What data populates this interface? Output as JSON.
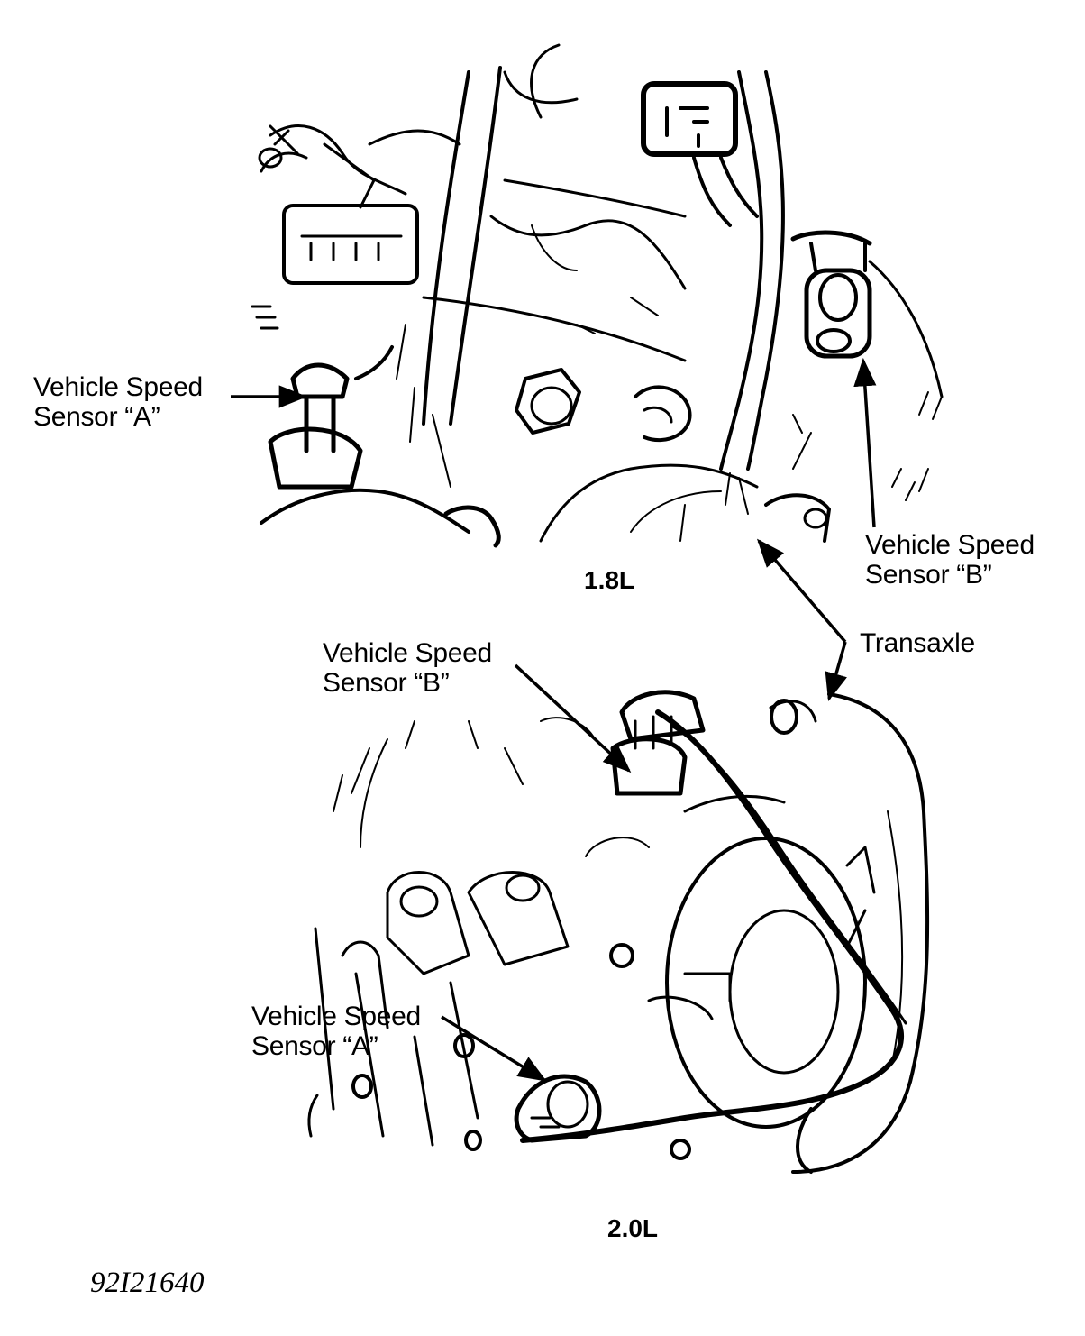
{
  "labels": {
    "vss_a_top": [
      "Vehicle Speed",
      "Sensor “A”"
    ],
    "vss_b_top": [
      "Vehicle Speed",
      "Sensor “B”"
    ],
    "vss_b_bottom": [
      "Vehicle Speed",
      "Sensor “B”"
    ],
    "transaxle": "Transaxle",
    "vss_a_bottom": [
      "Vehicle Speed",
      "Sensor “A”"
    ]
  },
  "captions": {
    "top_engine": "1.8L",
    "bottom_engine": "2.0L"
  },
  "figure_id": "92I21640",
  "colors": {
    "ink": "#000000",
    "paper": "#ffffff"
  }
}
